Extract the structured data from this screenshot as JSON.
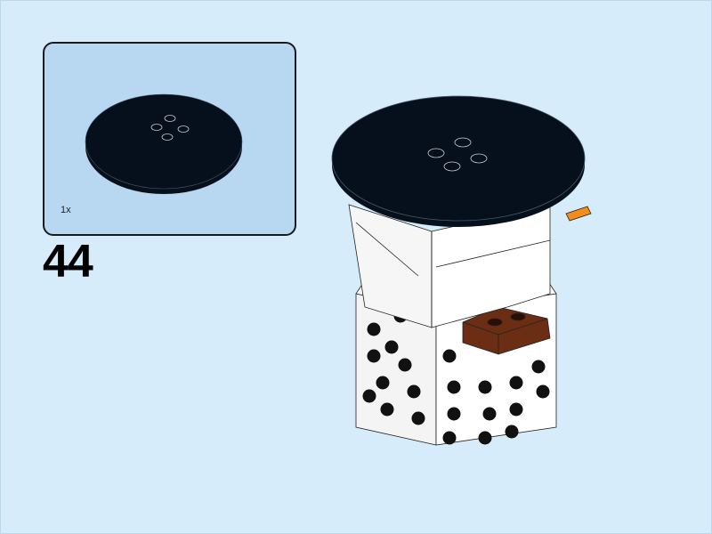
{
  "page": {
    "background_color": "#d6ecfb",
    "type": "building-instructions"
  },
  "step": {
    "number": "44"
  },
  "parts_callout": {
    "background_color": "#b8d8f2",
    "parts": [
      {
        "name": "round-plate-6x6-black",
        "color": "#05101c",
        "quantity": "1x"
      }
    ]
  },
  "model_view": {
    "description": "Assembled model with black 6x6 round plate added on top",
    "colors": {
      "black_plate": "#05101c",
      "white_bricks": "#ffffff",
      "brown_brick": "#6b2d14",
      "orange_piece": "#f28c1a"
    }
  }
}
